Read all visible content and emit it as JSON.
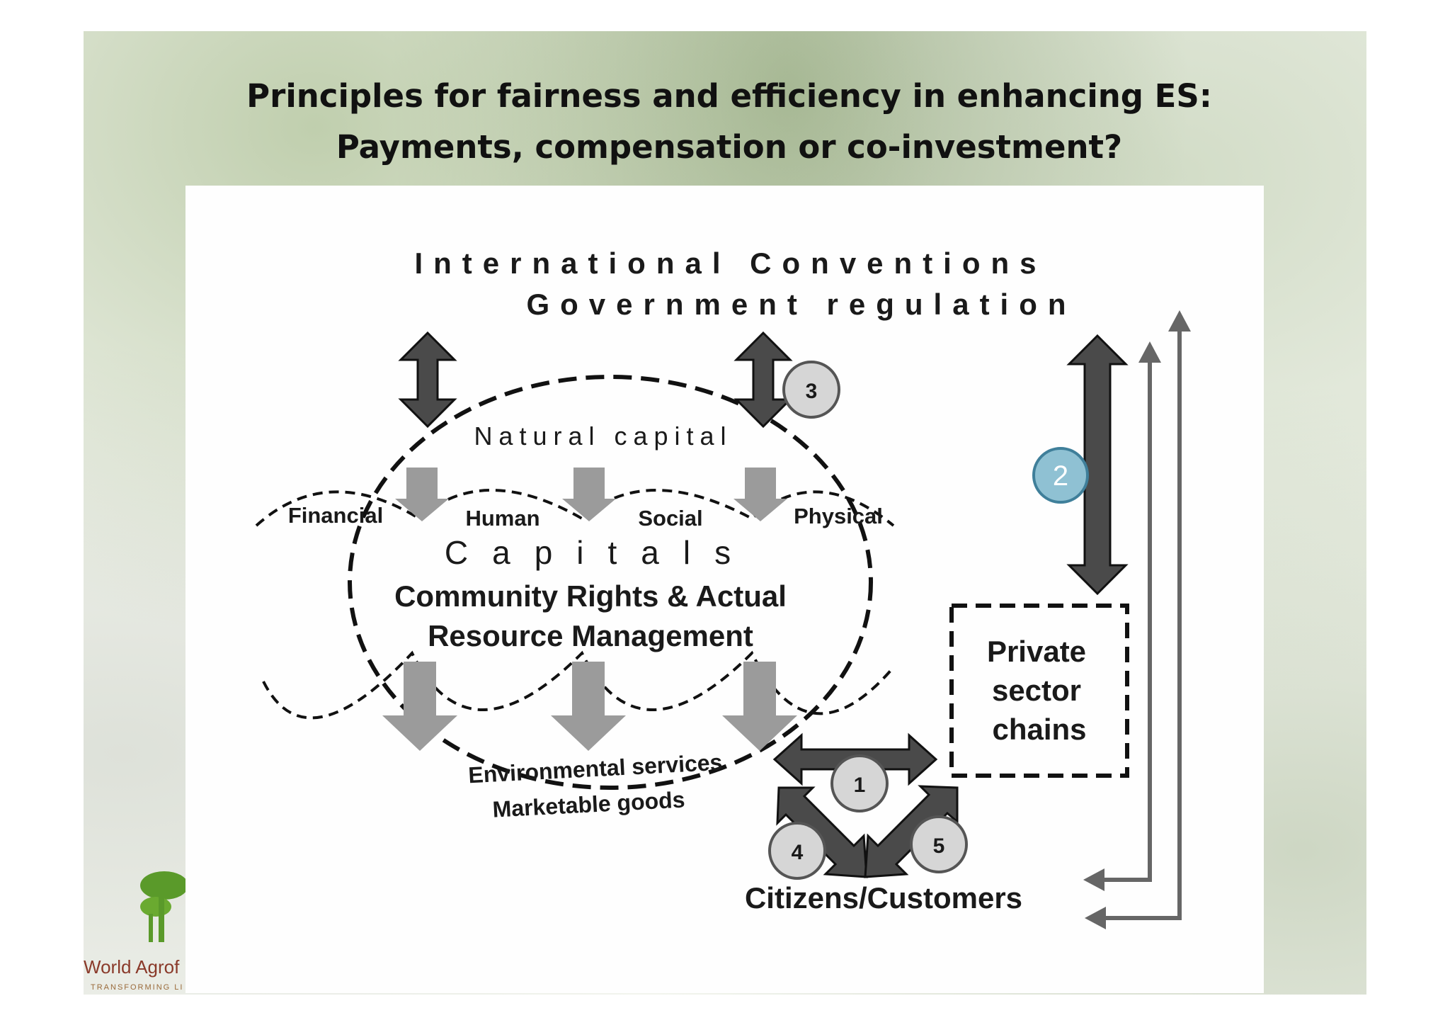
{
  "slide": {
    "title_line1": "Principles for fairness and efficiency in enhancing ES:",
    "title_line2": "Payments, compensation or co-investment?"
  },
  "diagram": {
    "top_line1": "International Conventions",
    "top_line2": "Government regulation",
    "natural_capital": "Natural capital",
    "capitals": [
      "Financial",
      "Human",
      "Social",
      "Physical"
    ],
    "capitals_heading": "Capitals",
    "center_line1": "Community Rights & Actual",
    "center_line2": "Resource Management",
    "outputs_line1": "Environmental services",
    "outputs_line2": "Marketable goods",
    "private_line1": "Private",
    "private_line2": "sector",
    "private_line3": "chains",
    "citizens": "Citizens/Customers",
    "badges": {
      "one": "1",
      "two": "2",
      "three": "3",
      "four": "4",
      "five": "5"
    }
  },
  "logo": {
    "name": "World Agrof",
    "tagline": "TRANSFORMING LI"
  },
  "colors": {
    "arrow_dark": "#4a4a4a",
    "arrow_grey": "#9b9b9b",
    "badge_fill": "#d6d6d6",
    "badge_two_fill": "#8fc1d3",
    "logo_green": "#5a9a2a"
  }
}
